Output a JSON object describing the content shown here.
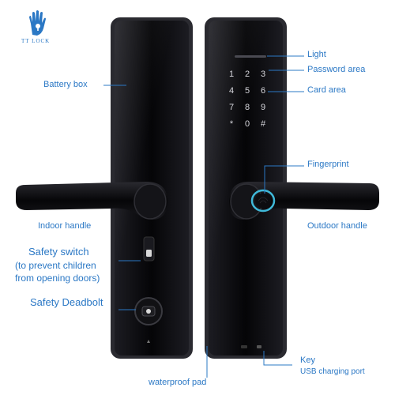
{
  "brand": {
    "name": "TT LOCK",
    "color": "#2b78c5"
  },
  "keypad": {
    "keys": [
      "1",
      "2",
      "3",
      "4",
      "5",
      "6",
      "7",
      "8",
      "9",
      "*",
      "0",
      "#"
    ]
  },
  "labels": {
    "light": "Light",
    "password_area": "Password area",
    "card_area": "Card area",
    "fingerprint": "Fingerprint",
    "outdoor_handle": "Outdoor handle",
    "key": "Key",
    "usb_charging_port": "USB charging port",
    "battery_box": "Battery box",
    "indoor_handle": "Indoor handle",
    "safety_switch": "Safety switch",
    "safety_switch_note_1": "(to prevent children",
    "safety_switch_note_2": "from opening doors)",
    "safety_deadbolt": "Safety Deadbolt",
    "waterproof_pad": "waterproof pad"
  },
  "colors": {
    "accent": "#2b78c5",
    "panel_dark": "#0a0a0c",
    "panel_edge": "#2a2a30",
    "fingerprint_ring": "#3fb8d8"
  }
}
